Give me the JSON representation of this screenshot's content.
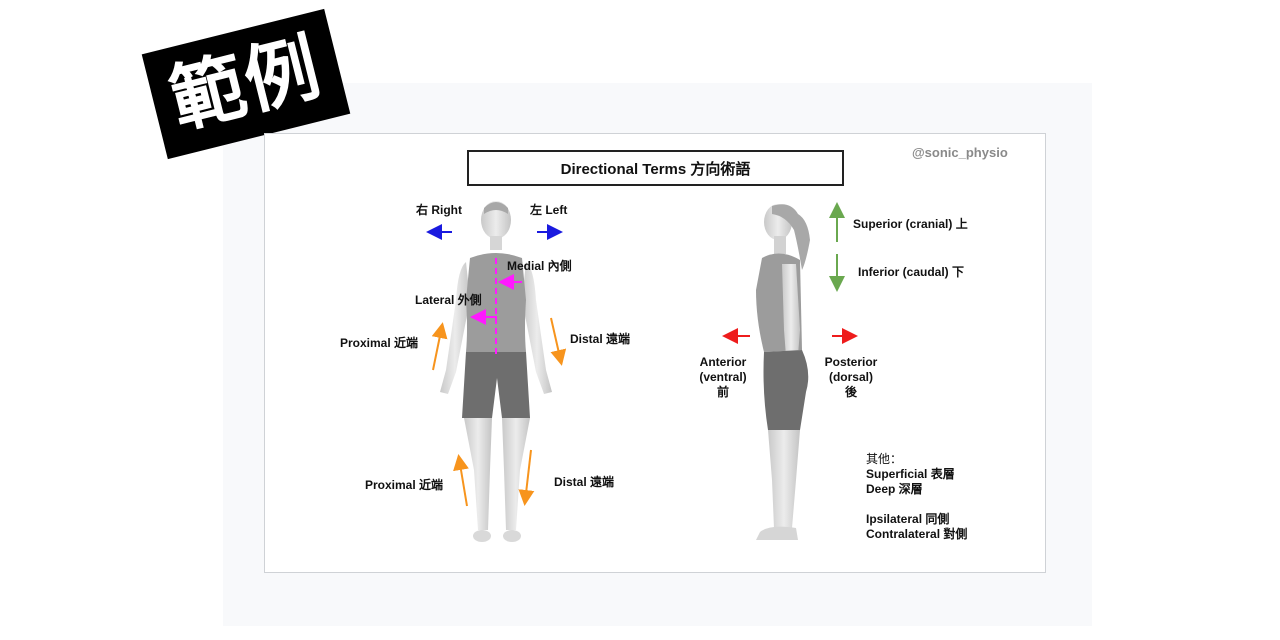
{
  "stamp": {
    "text": "範例"
  },
  "card": {
    "title": "Directional Terms 方向術語",
    "handle": "@sonic_physio"
  },
  "front_view": {
    "right": "右 Right",
    "left": "左 Left",
    "medial": "Medial 內側",
    "lateral": "Lateral 外側",
    "proximal_upper": "Proximal 近端",
    "distal_upper": "Distal 遠端",
    "proximal_lower": "Proximal 近端",
    "distal_lower": "Distal 遠端"
  },
  "side_view": {
    "superior": "Superior (cranial) 上",
    "inferior": "Inferior (caudal) 下",
    "anterior": [
      "Anterior",
      "(ventral)",
      "前"
    ],
    "posterior": [
      "Posterior",
      "(dorsal)",
      "後"
    ]
  },
  "others": {
    "heading": "其他：",
    "items": [
      "Superficial 表層",
      "Deep 深層",
      "",
      "Ipsilateral 同側",
      "Contralateral 對側"
    ]
  },
  "colors": {
    "right_left_arrows": "#1a1adf",
    "medial_lateral": "#ff1aff",
    "proximal_distal": "#f7941d",
    "superior_inferior": "#6aa84f",
    "anterior_posterior": "#ee1c1c"
  }
}
